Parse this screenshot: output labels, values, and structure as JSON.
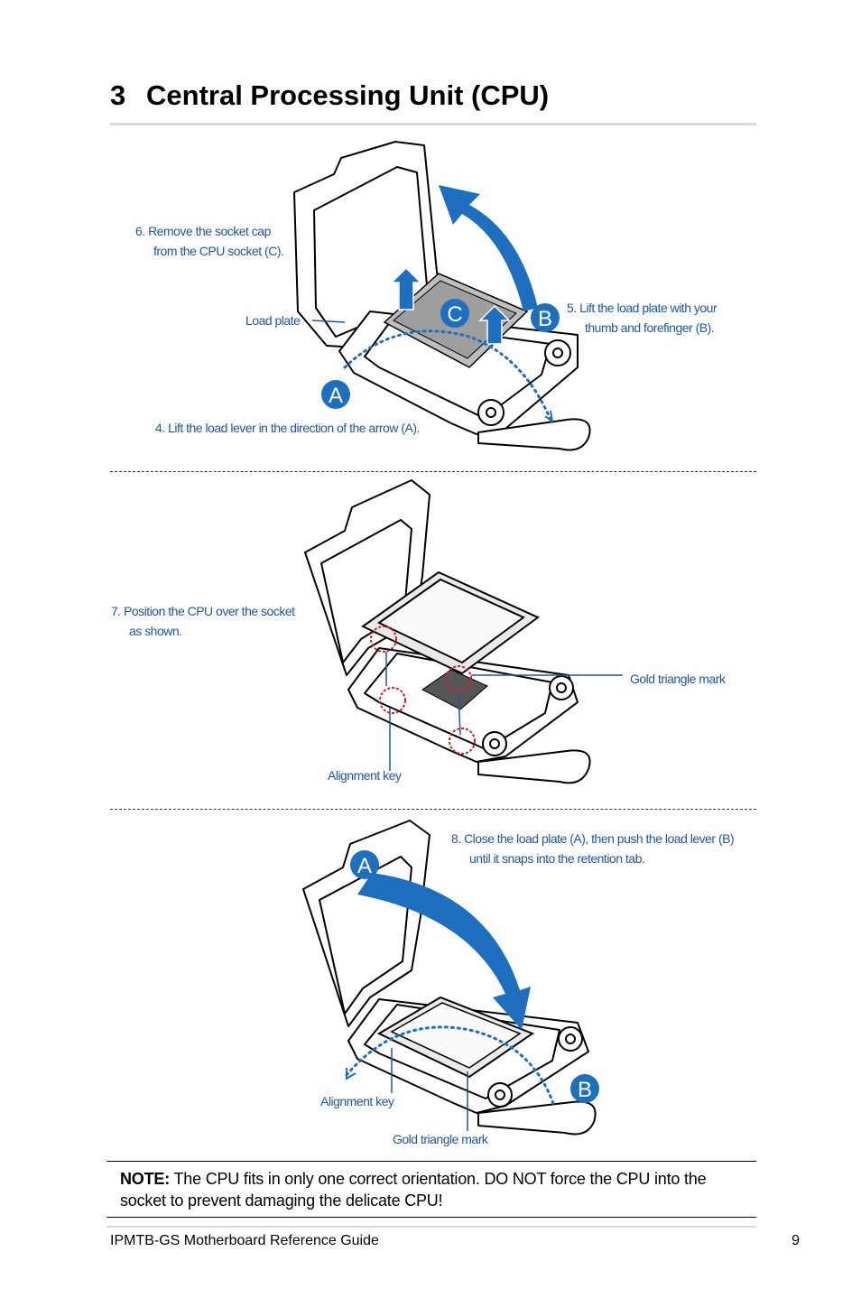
{
  "section": {
    "number": "3",
    "title": "Central Processing Unit (CPU)"
  },
  "step1": {
    "caption6": [
      "6.  Remove the socket cap",
      "from the CPU socket (C)."
    ],
    "caption5": [
      "5.  Lift the load plate with your",
      "thumb and forefinger (B)."
    ],
    "caption4": "4.  Lift the load lever in the direction of the arrow (A).",
    "load_plate_label": "Load plate",
    "marker_a": "A",
    "marker_b": "B",
    "marker_c": "C"
  },
  "step2": {
    "caption7": [
      "7.  Position the CPU over the socket",
      "as shown."
    ],
    "gold_triangle_label": "Gold triangle mark",
    "alignment_key_label": "Alignment key"
  },
  "step3": {
    "caption8": [
      "8.  Close the load plate (A), then push the load lever (B)",
      "until it snaps into the retention tab."
    ],
    "marker_a": "A",
    "marker_b": "B",
    "alignment_key_label": "Alignment key",
    "gold_triangle_label": "Gold triangle mark"
  },
  "note": {
    "label": "NOTE:",
    "text": " The CPU fits in only one correct orientation. DO NOT force the CPU into the socket to prevent damaging the delicate CPU!"
  },
  "footer": {
    "guide_title": "IPMTB-GS Motherboard Reference Guide",
    "page_number": "9"
  },
  "colors": {
    "accent_blue": "#1f6fc1",
    "caption_blue": "#1f56a6",
    "alignment_red": "#d0202b"
  }
}
